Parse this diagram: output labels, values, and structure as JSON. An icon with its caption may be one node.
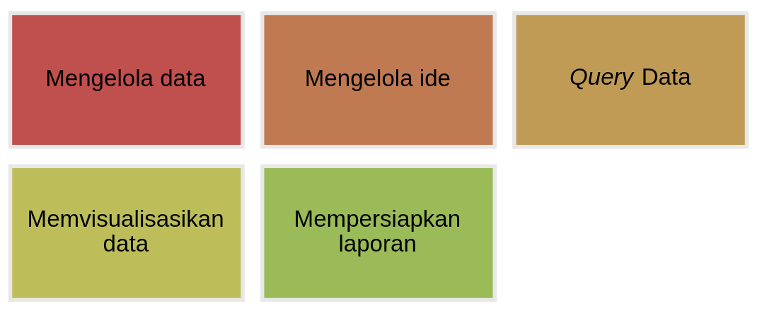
{
  "diagram": {
    "nodes": [
      {
        "text": [
          "Mengelola data"
        ]
      },
      {
        "text": [
          "Mengelola ide"
        ]
      },
      {
        "text": [
          "*Query* Data"
        ]
      },
      {
        "text": [
          "Memvisualisasikan data"
        ]
      },
      {
        "text": [
          "Mempersiapkan laporan"
        ]
      }
    ],
    "edges": []
  }
}
